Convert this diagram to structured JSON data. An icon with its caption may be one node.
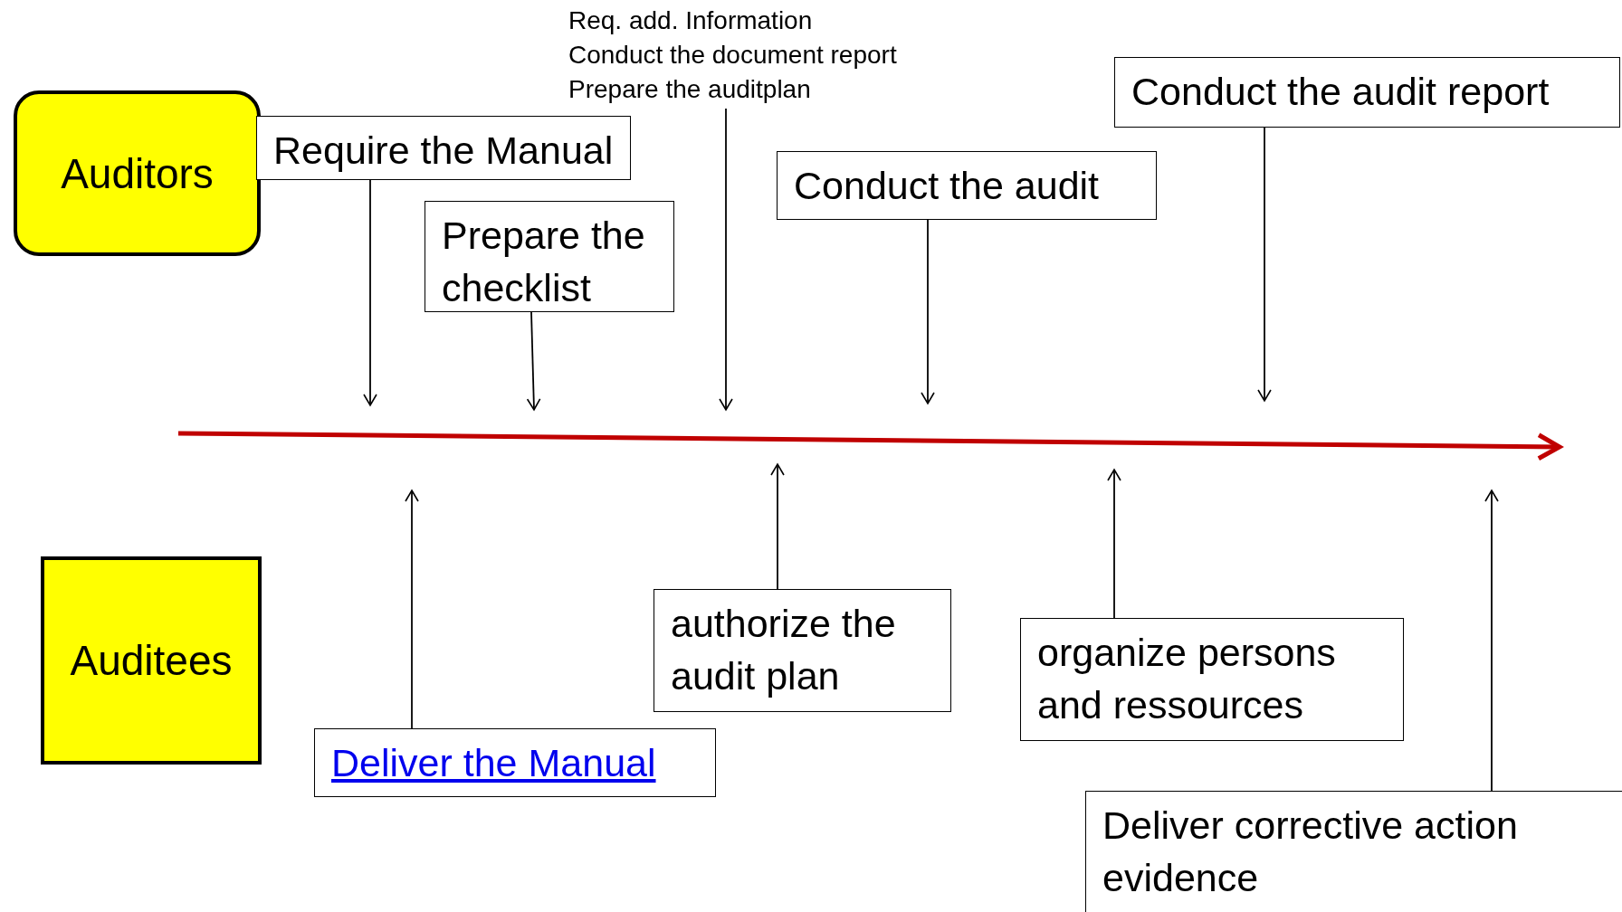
{
  "diagram": {
    "nodes": [
      {
        "text": [
          "Auditors"
        ]
      },
      {
        "text": [
          "Require the Manual"
        ]
      },
      {
        "text": [
          "Prepare the checklist"
        ]
      },
      {
        "text": [
          "Req. add. Information",
          "Conduct the document report",
          "Prepare the auditplan"
        ]
      },
      {
        "text": [
          "Conduct the audit"
        ]
      },
      {
        "text": [
          "Conduct the audit report"
        ]
      },
      {
        "text": [
          "Auditees"
        ]
      },
      {
        "text": [
          "Deliver the Manual"
        ]
      },
      {
        "text": [
          "authorize the audit plan"
        ]
      },
      {
        "text": [
          "organize persons and ressources"
        ]
      },
      {
        "text": [
          "Deliver corrective action evidence"
        ]
      }
    ],
    "edges": [
      {
        "from": 1,
        "to": null,
        "arrow": "to"
      },
      {
        "from": 2,
        "to": null,
        "arrow": "to"
      },
      {
        "from": 3,
        "to": null,
        "arrow": "to"
      },
      {
        "from": 4,
        "to": null,
        "arrow": "to"
      },
      {
        "from": 5,
        "to": null,
        "arrow": "to"
      },
      {
        "from": 7,
        "to": null,
        "arrow": "to"
      },
      {
        "from": 8,
        "to": null,
        "arrow": "to"
      },
      {
        "from": 9,
        "to": null,
        "arrow": "to"
      },
      {
        "from": 10,
        "to": null,
        "arrow": "to"
      }
    ]
  }
}
